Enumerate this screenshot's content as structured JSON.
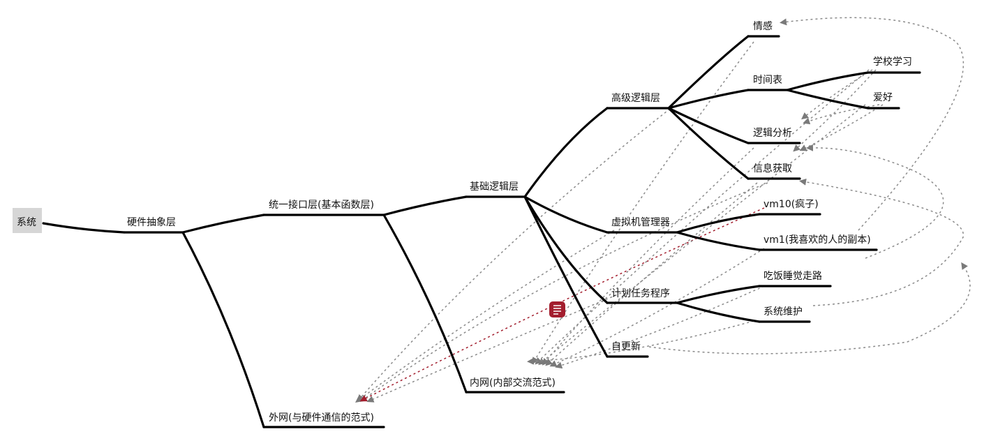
{
  "mindmap": {
    "root": "系统",
    "nodes": {
      "hardware": "硬件抽象层",
      "unified_api": "统一接口层(基本函数层)",
      "external_net": "外网(与硬件通信的范式)",
      "base_logic": "基础逻辑层",
      "internal_net": "内网(内部交流范式)",
      "high_logic": "高级逻辑层",
      "vm_manager": "虚拟机管理器",
      "scheduler": "计划任务程序",
      "self_update": "自更新",
      "emotion": "情感",
      "timetable": "时间表",
      "logic_analysis": "逻辑分析",
      "info_gather": "信息获取",
      "school": "学校学习",
      "hobby": "爱好",
      "vm10": "vm10(疯子)",
      "vm1": "vm1(我喜欢的人的副本)",
      "daily": "吃饭睡觉走路",
      "maintenance": "系统维护"
    }
  },
  "colors": {
    "branch": "#000000",
    "relationship": "#8a8a8a",
    "relationship_highlight": "#a31e2e",
    "root_fill": "#d6d6d6",
    "note_badge": "#a31e2e"
  },
  "icons": {
    "note": "note-icon"
  }
}
